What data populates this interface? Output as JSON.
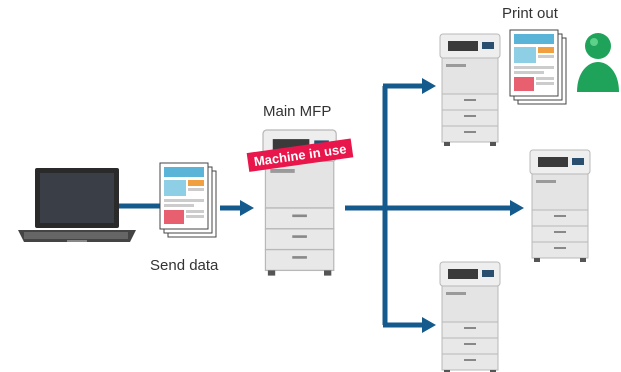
{
  "labels": {
    "main_mfp": "Main MFP",
    "send_data": "Send data",
    "print_out": "Print out",
    "machine_in_use": "Machine in use"
  },
  "colors": {
    "arrow": "#155a8c",
    "badge": "#e8164a",
    "user": "#1fa35a",
    "mfp_body": "#e8e8e8",
    "mfp_panel": "#3a3a3a"
  },
  "icons": {
    "laptop": "laptop-icon",
    "send_documents": "document-stack-icon",
    "main_mfp": "mfp-printer-icon",
    "printed_documents": "document-stack-icon",
    "user": "user-icon"
  }
}
